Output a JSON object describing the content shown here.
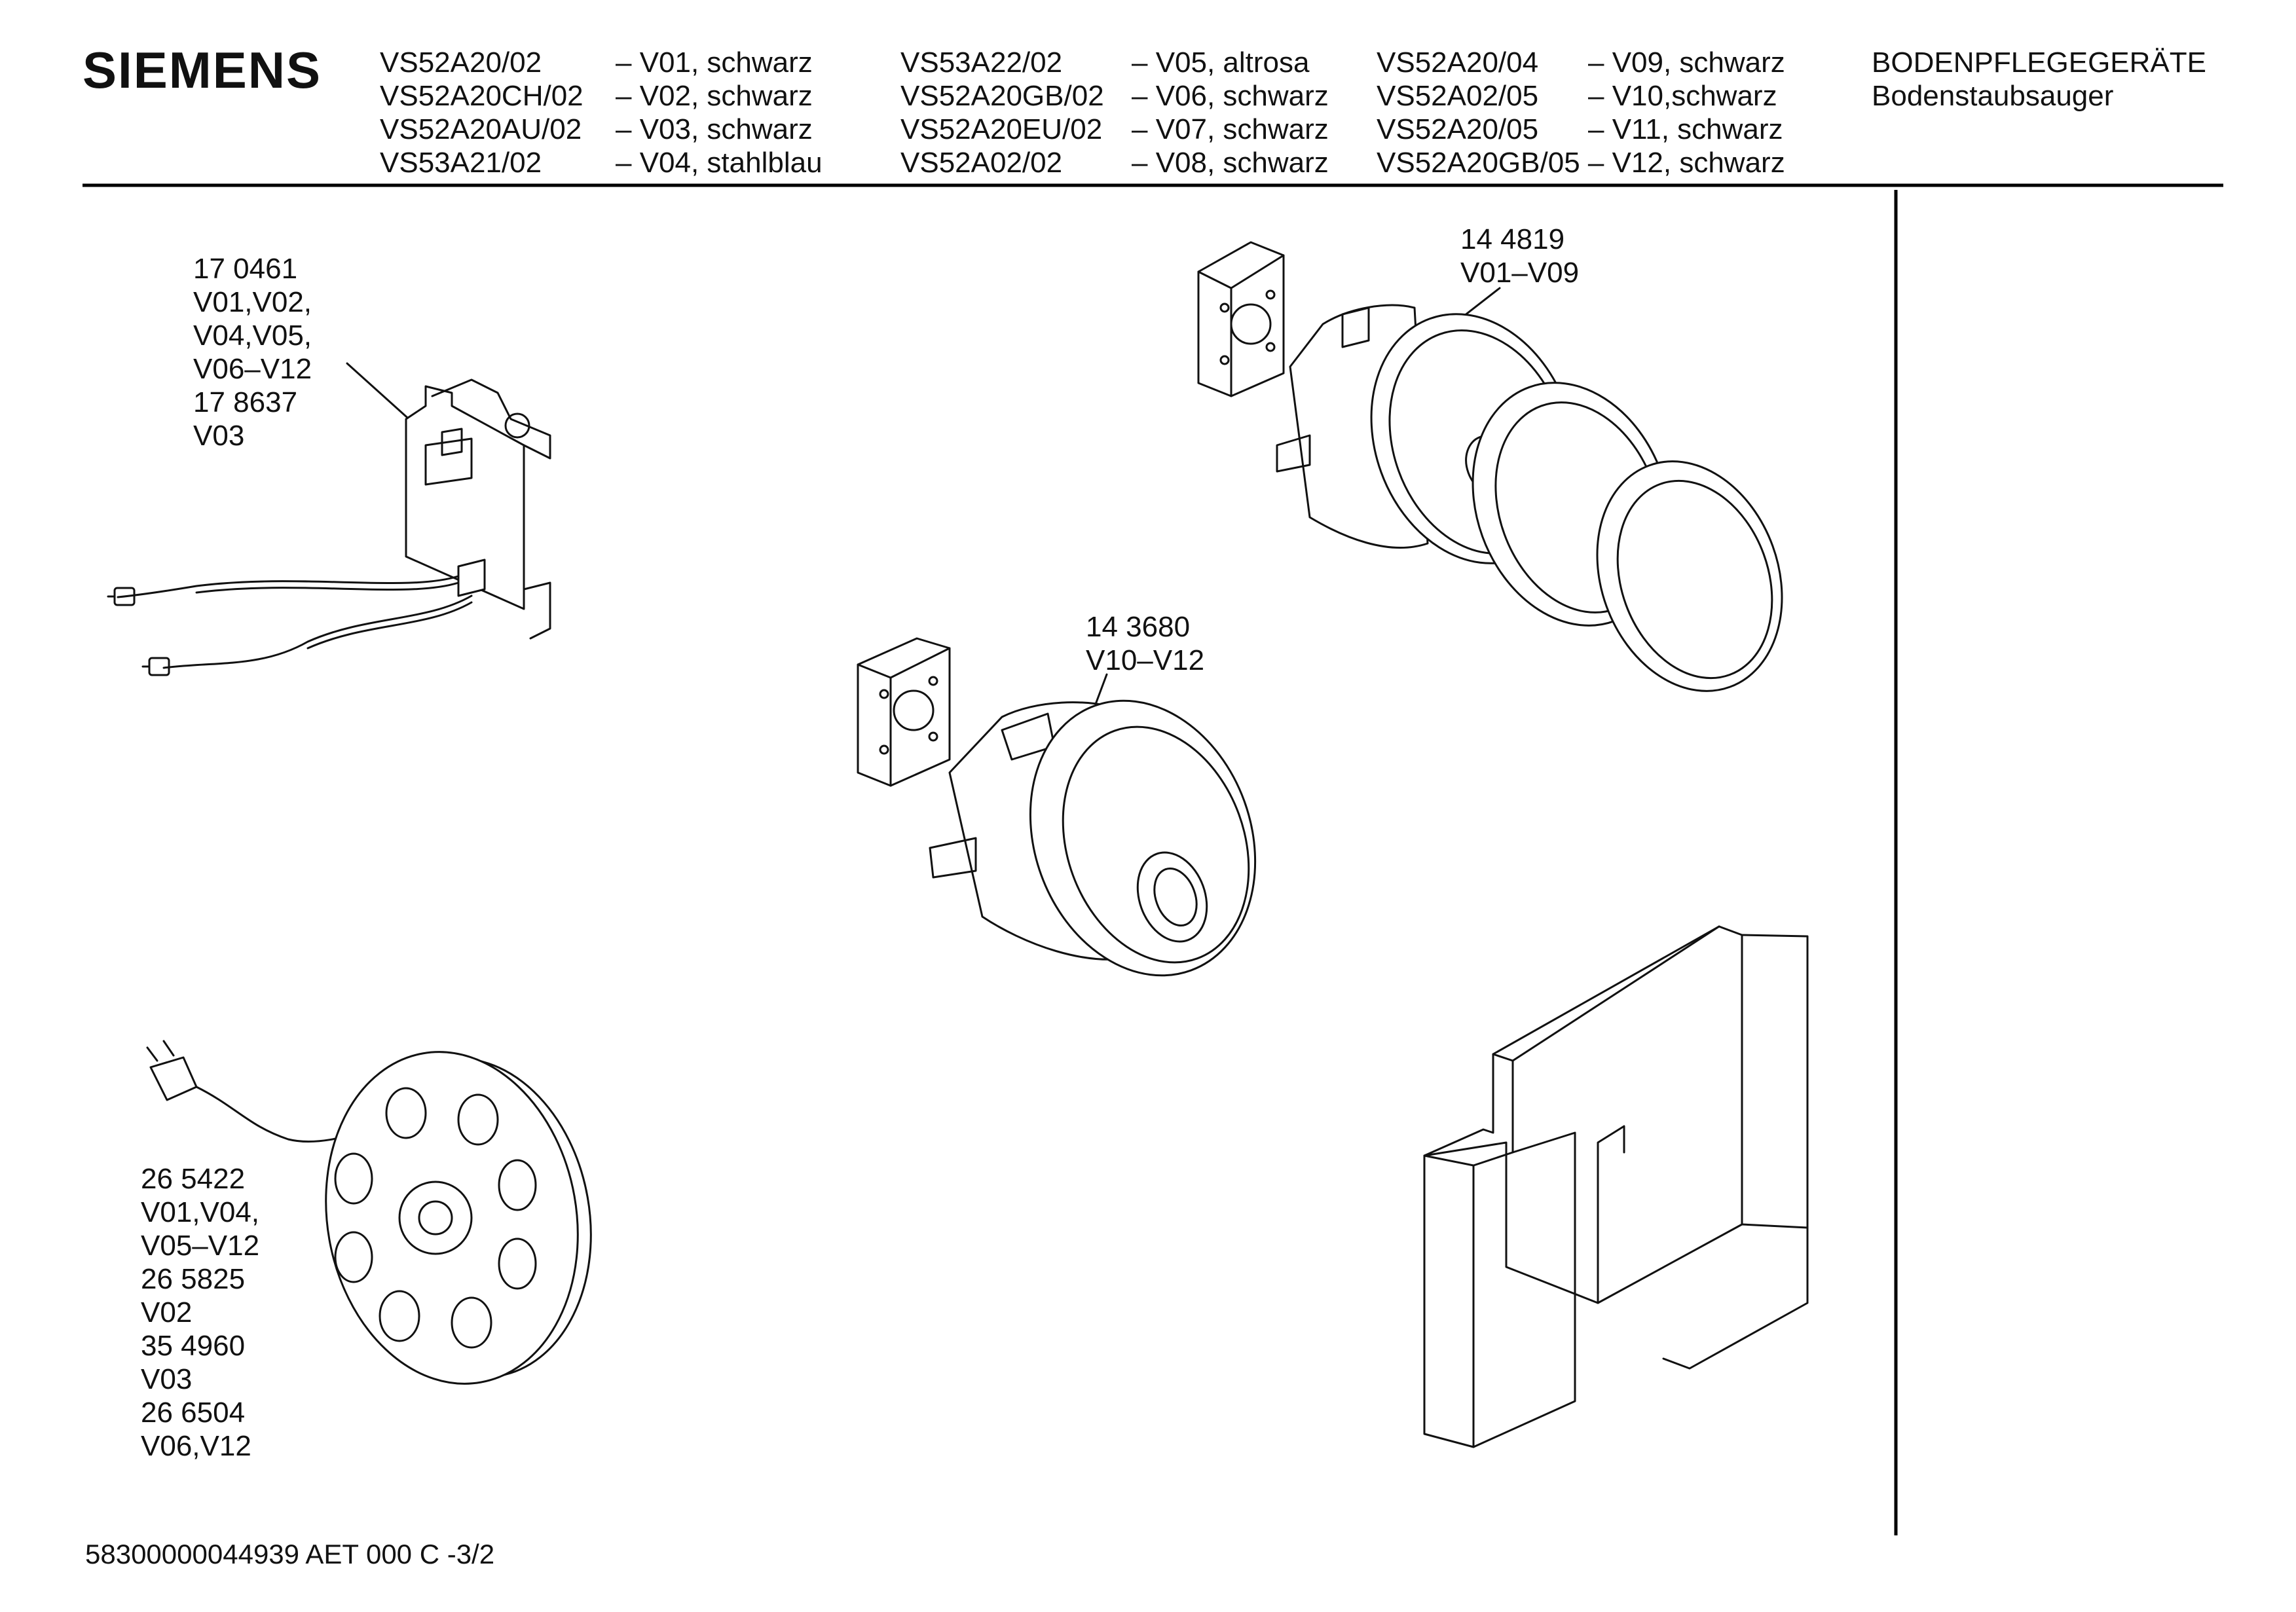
{
  "brand": "SIEMENS",
  "models": {
    "col1": {
      "codes": [
        "VS52A20/02",
        "VS52A20CH/02",
        "VS52A20AU/02",
        "VS53A21/02"
      ],
      "variants": [
        "– V01, schwarz",
        "– V02, schwarz",
        "– V03, schwarz",
        "– V04, stahlblau"
      ]
    },
    "col2": {
      "codes": [
        "VS53A22/02",
        "VS52A20GB/02",
        "VS52A20EU/02",
        "VS52A02/02"
      ],
      "variants": [
        "– V05, altrosa",
        "– V06, schwarz",
        "– V07, schwarz",
        "– V08, schwarz"
      ]
    },
    "col3": {
      "codes": [
        "VS52A20/04",
        "VS52A02/05",
        "VS52A20/05",
        "VS52A20GB/05 – V12, schwarz"
      ],
      "variants": [
        "– V09, schwarz",
        "– V10,schwarz",
        "– V11, schwarz",
        ""
      ]
    }
  },
  "category": {
    "main": "BODENPFLEGEGERÄTE",
    "sub": "Bodenstaubsauger"
  },
  "callouts": {
    "switch": [
      "17 0461",
      "V01,V02,",
      "V04,V05,",
      "V06–V12",
      "17 8637",
      "V03"
    ],
    "motor_large": [
      "14 4819",
      "V01–V09"
    ],
    "motor_small": [
      "14 3680",
      "V10–V12"
    ],
    "cable_reel": [
      "26 5422",
      "V01,V04,",
      "V05–V12",
      "26 5825",
      "V02",
      "35 4960",
      "V03",
      "26 6504",
      "V06,V12"
    ]
  },
  "footer": "58300000044939 AET 000 C   -3/2"
}
